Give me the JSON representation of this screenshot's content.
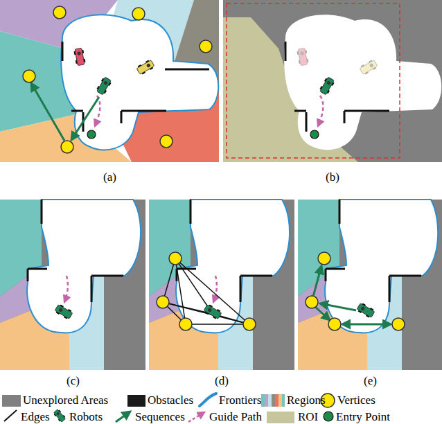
{
  "diagram": {
    "labels": [
      "(a)",
      "(b)",
      "(c)",
      "(d)",
      "(e)"
    ],
    "legend": [
      {
        "text": "Unexplored Areas",
        "color": "#808080"
      },
      {
        "text": "Obstacles",
        "color": "#1a1a1a"
      },
      {
        "text": "Frontiers"
      },
      {
        "text": "Regions"
      },
      {
        "text": "Vertices"
      },
      {
        "text": "Edges"
      },
      {
        "text": "Robots"
      },
      {
        "text": "Sequences"
      },
      {
        "text": "Guide Path"
      },
      {
        "text": "ROI",
        "color": "#c6c59c"
      },
      {
        "text": "Entry Point"
      }
    ]
  }
}
